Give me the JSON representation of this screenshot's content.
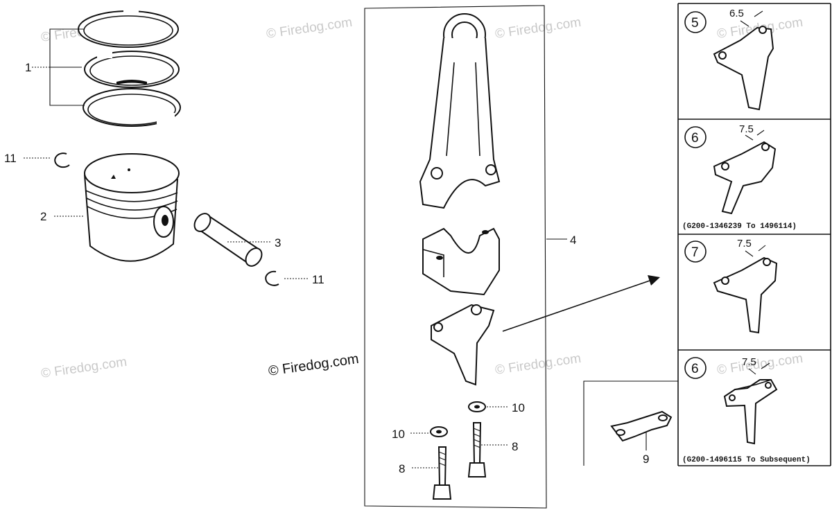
{
  "callouts": {
    "c1": "1",
    "c2": "2",
    "c3": "3",
    "c4": "4",
    "c8a": "8",
    "c8b": "8",
    "c9": "9",
    "c10a": "10",
    "c10b": "10",
    "c11a": "11",
    "c11b": "11"
  },
  "variants": [
    {
      "number": "5",
      "dimension": "6.5",
      "range": ""
    },
    {
      "number": "6",
      "dimension": "7.5",
      "range": "(G200-1346239 To 1496114)"
    },
    {
      "number": "7",
      "dimension": "7.5",
      "range": ""
    },
    {
      "number": "6",
      "dimension": "7.5",
      "range": "(G200-1496115 To Subsequent)"
    }
  ],
  "watermark": "© Firedog.com",
  "colors": {
    "line": "#111111",
    "watermark": "#c9c9c9",
    "background": "#ffffff"
  }
}
